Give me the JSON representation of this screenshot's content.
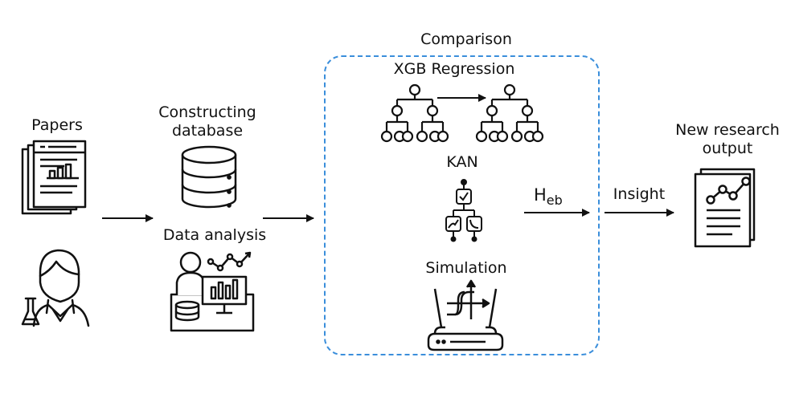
{
  "labels": {
    "papers": "Papers",
    "constructing_database": "Constructing database",
    "data_analysis": "Data analysis",
    "comparison": "Comparison",
    "xgb_regression": "XGB Regression",
    "kan": "KAN",
    "simulation": "Simulation",
    "heb_main": "H",
    "heb_sub": "eb",
    "insight": "Insight",
    "new_research_output": "New research output"
  },
  "icons": {
    "papers": "papers-stack-icon",
    "researcher": "researcher-icon",
    "database": "database-icon",
    "data_analysis": "data-analysis-icon",
    "tree": "decision-tree-icon",
    "kan": "kan-network-icon",
    "simulation": "simulation-icon",
    "report": "report-icon"
  },
  "colors": {
    "stroke": "#111111",
    "dashed_border": "#3a8edb",
    "background": "#ffffff"
  }
}
